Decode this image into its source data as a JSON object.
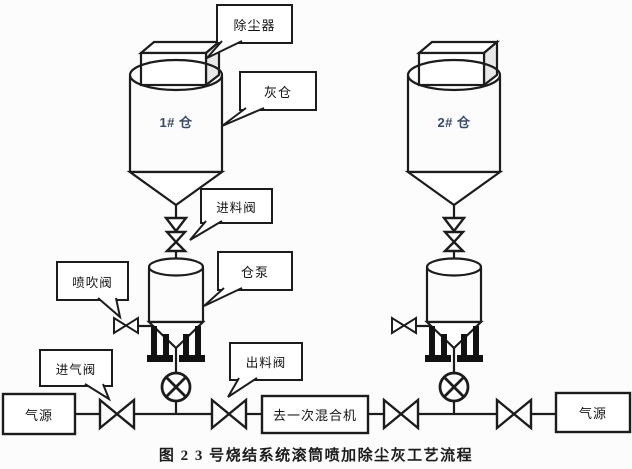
{
  "colors": {
    "ink": "#1c1c1c",
    "bin_label": "#3b4a6b",
    "background": "#fcfcfc"
  },
  "bins": {
    "bin1_label": "1# 仓",
    "bin2_label": "2# 仓"
  },
  "callouts": {
    "dust_collector": "除尘器",
    "ash_bin": "灰仓",
    "feed_valve": "进料阀",
    "pump": "仓泵",
    "blow_valve": "喷吹阀",
    "inlet_valve": "进气阀",
    "discharge_valve": "出料阀"
  },
  "boxes": {
    "air_source_left": "气源",
    "to_mixer": "去一次混合机",
    "air_source_right": "气源"
  },
  "caption": "图 2  3 号烧结系统滚筒喷加除尘灰工艺流程"
}
